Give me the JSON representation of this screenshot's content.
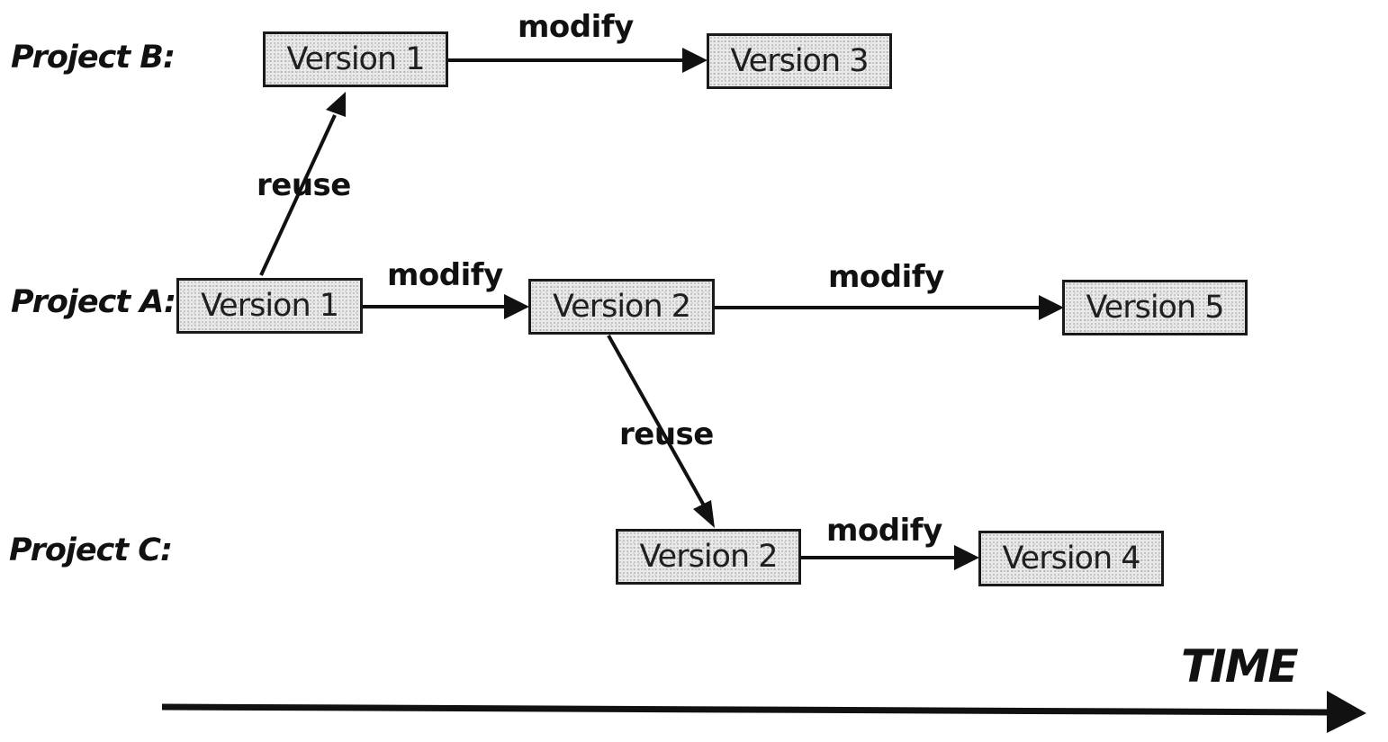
{
  "rows": {
    "project_b": "Project B:",
    "project_a": "Project A:",
    "project_c": "Project C:"
  },
  "nodes": {
    "b_v1": "Version 1",
    "b_v3": "Version 3",
    "a_v1": "Version 1",
    "a_v2": "Version 2",
    "a_v5": "Version 5",
    "c_v2": "Version 2",
    "c_v4": "Version 4"
  },
  "edges": {
    "b_v1_to_b_v3": "modify",
    "a_v1_to_b_v1": "reuse",
    "a_v1_to_a_v2": "modify",
    "a_v2_to_a_v5": "modify",
    "a_v2_to_c_v2": "reuse",
    "c_v2_to_c_v4": "modify"
  },
  "axis": {
    "label": "TIME"
  }
}
